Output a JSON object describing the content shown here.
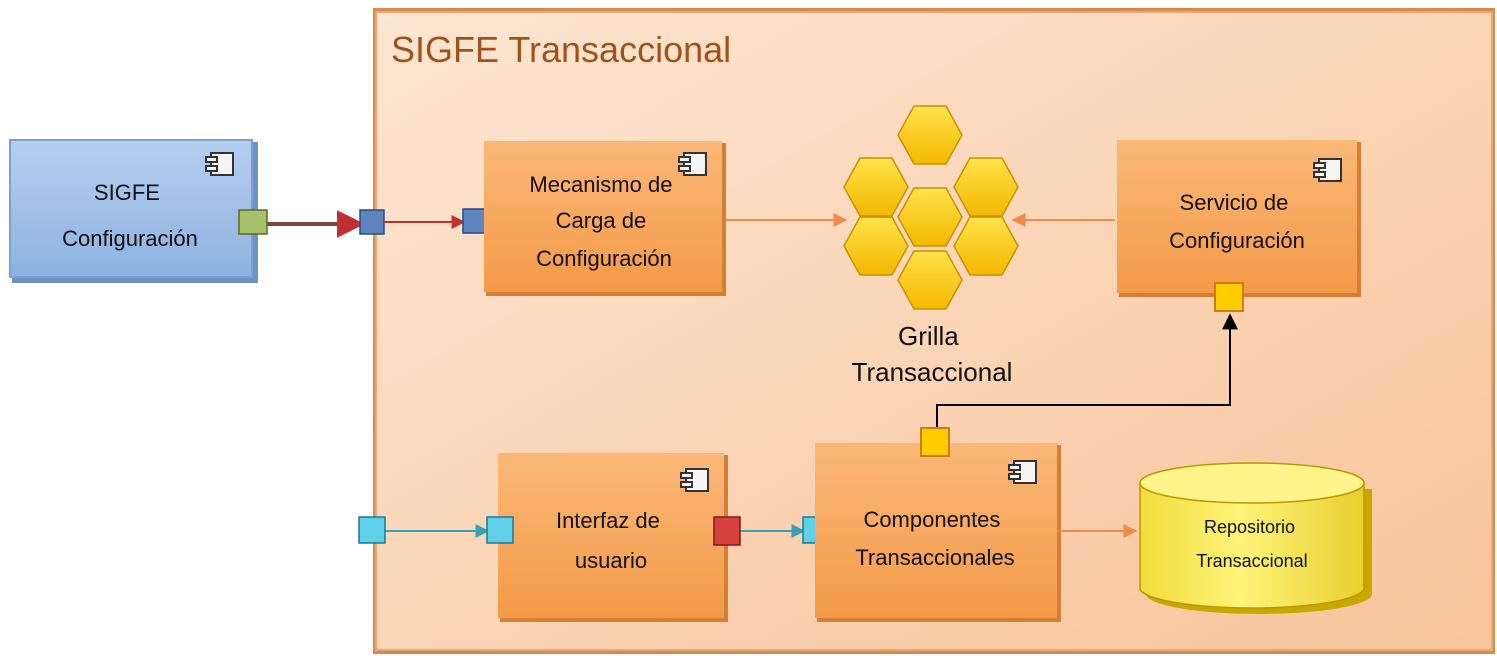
{
  "container": {
    "title": "SIGFE Transaccional"
  },
  "external": {
    "line1": "SIGFE",
    "line2": "Configuración"
  },
  "components": {
    "carga": {
      "line1": "Mecanismo de",
      "line2": "Carga de",
      "line3": "Configuración"
    },
    "servicio": {
      "line1": "Servicio de",
      "line2": "Configuración"
    },
    "interfaz": {
      "line1": "Interfaz de",
      "line2": "usuario"
    },
    "componentes": {
      "line1": "Componentes",
      "line2": "Transaccionales"
    }
  },
  "grid": {
    "line1": "Grilla",
    "line2": "Transaccional"
  },
  "repository": {
    "line1": "Repositorio",
    "line2": "Transaccional"
  },
  "icons": {
    "component": "uml-component-icon",
    "port": "port-square-icon",
    "grid": "hexagon-cluster-icon",
    "database": "cylinder-database-icon"
  },
  "colors": {
    "container_fill": "#fbd3b0",
    "container_border": "#c8723a",
    "title": "#a0521d",
    "component_fill": "#f9a860",
    "external_fill": "#9fbfe8",
    "hex_fill": "#ffcc00",
    "db_fill": "#ffee66"
  }
}
